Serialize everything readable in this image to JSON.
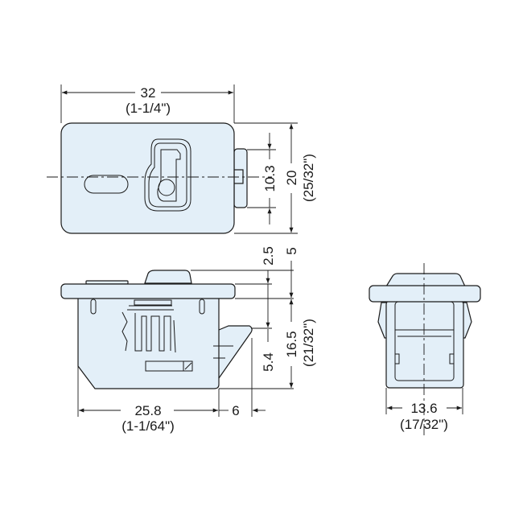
{
  "top_view": {
    "width_mm": "32",
    "width_in": "(1-1/4\")",
    "height_mm": "20",
    "height_in": "(25/32\")",
    "tab_mm": "10.3"
  },
  "side_view": {
    "top_mm": "2.5",
    "flange_mm": "5",
    "body_mm": "16.5",
    "body_in": "(21/32\")",
    "latch_mm": "5.4",
    "length_mm": "25.8",
    "length_in": "(1-1/64\")",
    "latch_len_mm": "6"
  },
  "front_view": {
    "width_mm": "13.6",
    "width_in": "(17/32\")"
  },
  "colors": {
    "part_fill": "#e3eff8",
    "line": "#1a1a1a"
  }
}
